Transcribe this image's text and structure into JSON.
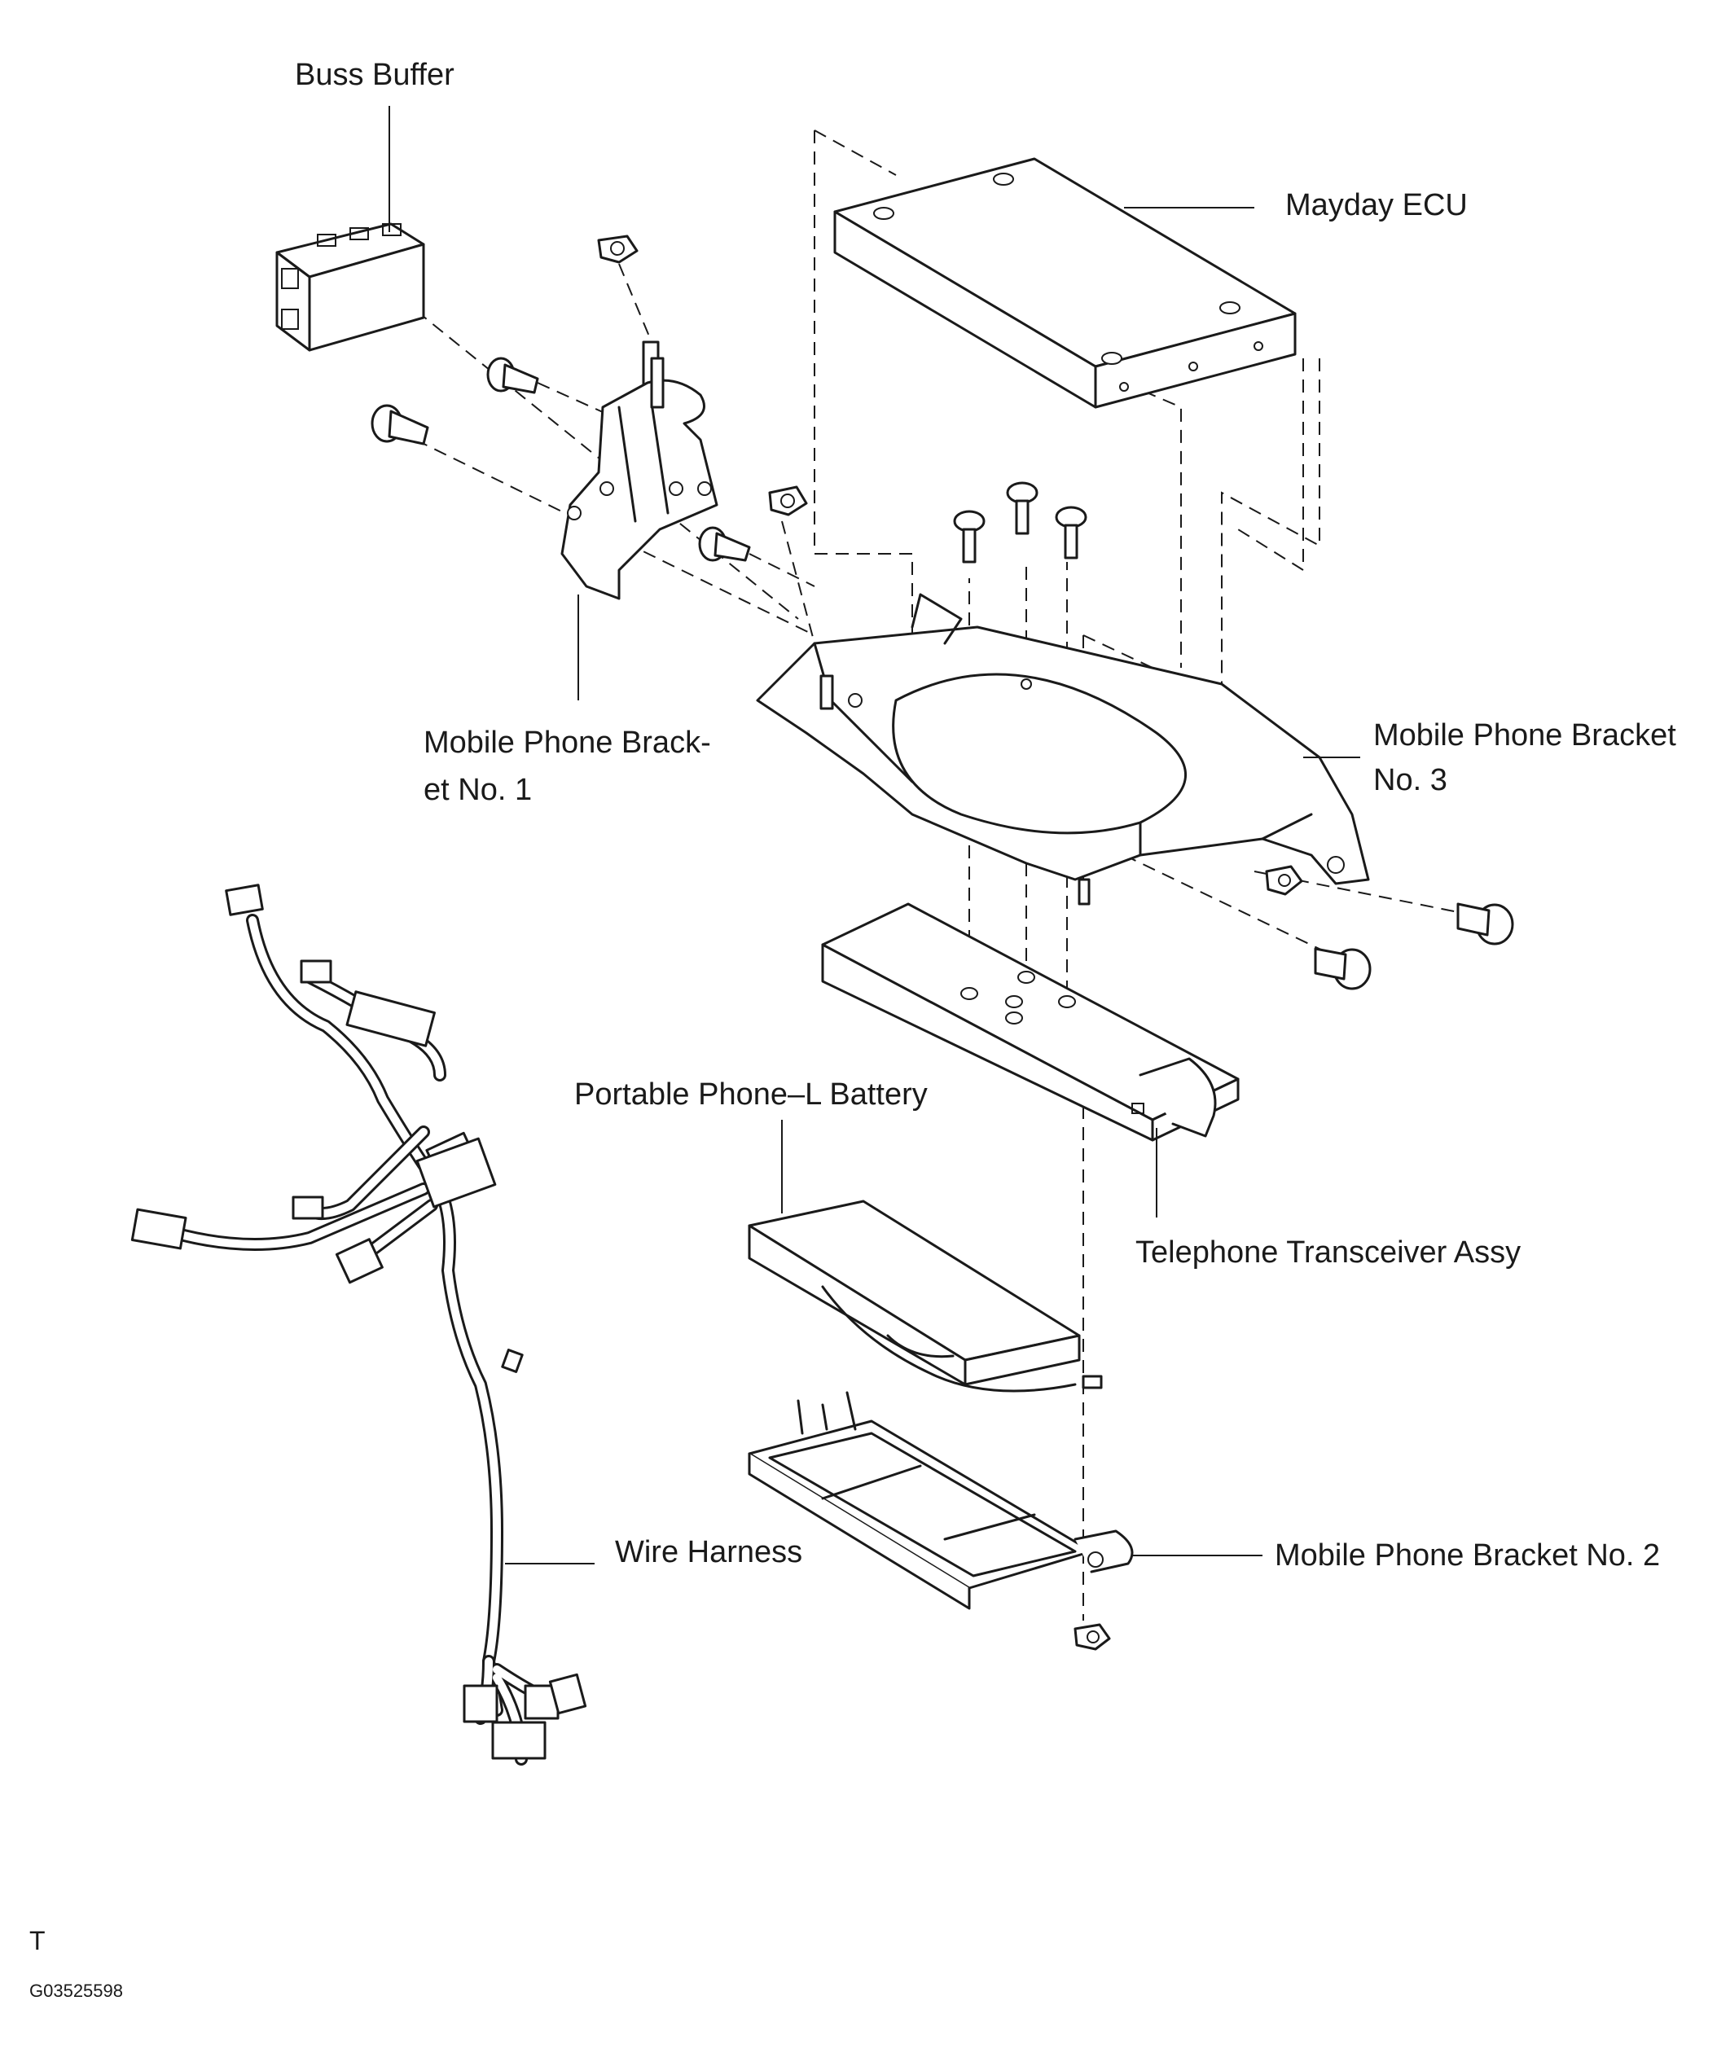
{
  "labels": {
    "buss_buffer": "Buss Buffer",
    "mayday_ecu": "Mayday ECU",
    "bracket_no1_line1": "Mobile Phone Brack-",
    "bracket_no1_line2": "et No. 1",
    "bracket_no3_line1": "Mobile Phone Bracket",
    "bracket_no3_line2": "No. 3",
    "portable_battery": "Portable Phone–L Battery",
    "transceiver": "Telephone Transceiver Assy",
    "wire_harness": "Wire Harness",
    "bracket_no2": "Mobile Phone Bracket No. 2"
  },
  "footer": {
    "mark": "T",
    "figure_code": "G03525598"
  }
}
